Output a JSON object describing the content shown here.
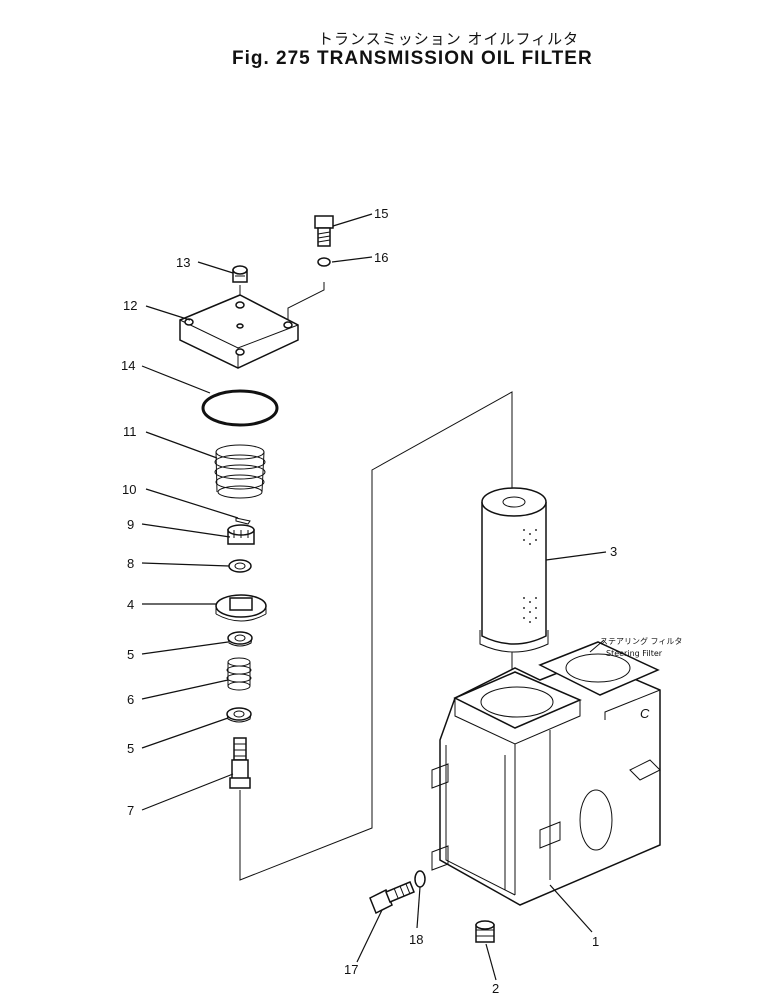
{
  "title": {
    "japanese": "トランスミッション オイルフィルタ",
    "english": "Fig. 275 TRANSMISSION OIL FILTER"
  },
  "callouts": [
    "15",
    "16",
    "13",
    "12",
    "14",
    "11",
    "10",
    "9",
    "8",
    "4",
    "5",
    "6",
    "5",
    "7",
    "3",
    "1",
    "2",
    "17",
    "18"
  ],
  "steering_note": {
    "japanese": "ステアリング フィルタ",
    "english": "Steering  Filter"
  },
  "housing_mark": "C"
}
